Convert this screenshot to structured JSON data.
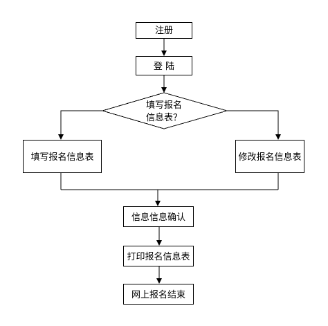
{
  "diagram": {
    "nodes": {
      "register": "注册",
      "login": "登 陆",
      "decision_line1": "填写报名",
      "decision_line2": "信息表？",
      "fill_form": "填写报名信息表",
      "modify_form": "修改报名信息表",
      "confirm": "信息信息确认",
      "print": "打印报名信息表",
      "finish": "网上报名结束"
    }
  }
}
